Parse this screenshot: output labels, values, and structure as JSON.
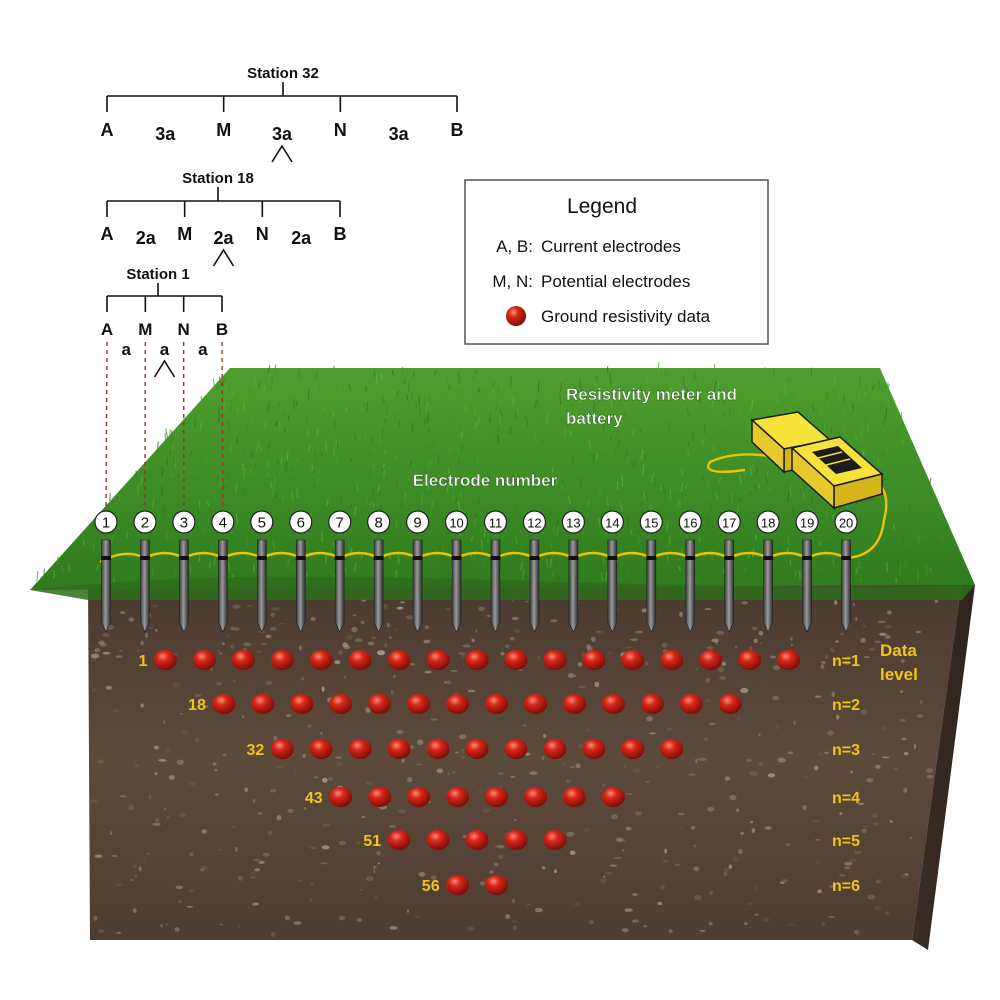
{
  "stations": [
    {
      "title": "Station 32",
      "labels": [
        "A",
        "3a",
        "M",
        "3a",
        "N",
        "3a",
        "B"
      ]
    },
    {
      "title": "Station 18",
      "labels": [
        "A",
        "2a",
        "M",
        "2a",
        "N",
        "2a",
        "B"
      ]
    },
    {
      "title": "Station 1",
      "labels": [
        "A",
        "a",
        "M",
        "a",
        "N",
        "a",
        "B"
      ]
    }
  ],
  "legend": {
    "title": "Legend",
    "items": [
      {
        "key": "A, B:",
        "text": "Current electrodes"
      },
      {
        "key": "M, N:",
        "text": "Potential electrodes"
      },
      {
        "key": "",
        "text": "Ground resistivity data"
      }
    ]
  },
  "meter_label_line1": "Resistivity meter and",
  "meter_label_line2": "battery",
  "electrode_number_label": "Electrode number",
  "electrode_numbers": [
    "1",
    "2",
    "3",
    "4",
    "5",
    "6",
    "7",
    "8",
    "9",
    "10",
    "11",
    "12",
    "13",
    "14",
    "15",
    "16",
    "17",
    "18",
    "19",
    "20"
  ],
  "data_level_label_line1": "Data",
  "data_level_label_line2": "level",
  "data_levels": [
    {
      "n_label": "n=1",
      "station": "1",
      "first_electrode_gap": 1,
      "count": 17
    },
    {
      "n_label": "n=2",
      "station": "18",
      "first_electrode_gap": 2,
      "count": 14
    },
    {
      "n_label": "n=3",
      "station": "32",
      "first_electrode_gap": 3,
      "count": 11
    },
    {
      "n_label": "n=4",
      "station": "43",
      "first_electrode_gap": 4,
      "count": 8
    },
    {
      "n_label": "n=5",
      "station": "51",
      "first_electrode_gap": 5,
      "count": 5
    },
    {
      "n_label": "n=6",
      "station": "56",
      "first_electrode_gap": 6,
      "count": 2
    }
  ],
  "colors": {
    "grass": "#3f8f2a",
    "soil": "#5a4636",
    "cable": "#f2c200",
    "data_point": "#c21a12",
    "level_label": "#f0c419"
  }
}
